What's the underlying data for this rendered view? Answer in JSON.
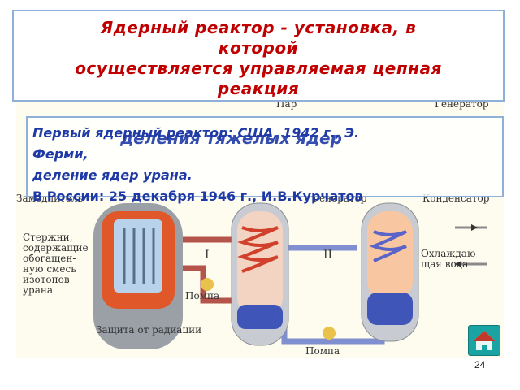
{
  "slide": {
    "title_lines": [
      "Ядерный реактор - установка, в",
      "которой",
      "осуществляется управляемая цепная",
      "реакция"
    ],
    "title_overlap": "деления тяжелых ядер",
    "info_lines": [
      "Первый ядерный реактор: США, 1942 г., Э.",
      "Ферми,",
      "деление ядер урана.",
      "В России: 25 декабря 1946 г., И.В.Курчатов"
    ],
    "page_number": "24"
  },
  "diagram": {
    "labels": {
      "par": "Пар",
      "generator_top": "Генератор",
      "generator_mid": "Генератор",
      "condenser": "Конденсатор",
      "reactor_side": "Замедлитель",
      "rods": [
        "Стержни,",
        "содержащие",
        "обогащен-",
        "ную смесь",
        "изотопов",
        "урана"
      ],
      "loop1": "I",
      "loop2": "II",
      "pump1": "Помпа",
      "pump2": "Помпа",
      "coolant": [
        "Охлаждаю-",
        "щая вода"
      ],
      "shield": "Защита от радиации"
    }
  },
  "colors": {
    "title": "#c00000",
    "info": "#1f3aa6",
    "border": "#8fb0d9",
    "home": "#1aa3a3"
  },
  "icons": {
    "home": "home-icon"
  }
}
